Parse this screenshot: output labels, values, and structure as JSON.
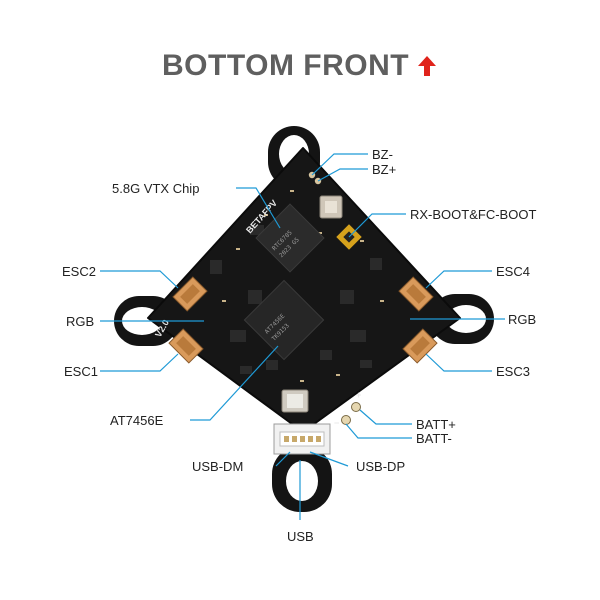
{
  "title": "BOTTOM FRONT",
  "title_arrow_color": "#e0231b",
  "board": {
    "brand_silk": "BETAFPV",
    "version_silk": "V2.0",
    "vtx_chip_marking": [
      "RTC6705",
      "2023 G5"
    ],
    "osd_chip_marking": [
      "AT7456E",
      "TK9153"
    ],
    "polarity_plus": "+",
    "polarity_minus": "−"
  },
  "labels": {
    "bz_minus": "BZ-",
    "bz_plus": "BZ+",
    "vtx_chip": "5.8G VTX Chip",
    "rx_boot": "RX-BOOT&FC-BOOT",
    "esc2": "ESC2",
    "esc4": "ESC4",
    "rgb_left": "RGB",
    "rgb_right": "RGB",
    "esc1": "ESC1",
    "esc3": "ESC3",
    "at7456e": "AT7456E",
    "batt_plus": "BATT+",
    "batt_minus": "BATT-",
    "usb_dm": "USB-DM",
    "usb_dp": "USB-DP",
    "usb": "USB"
  },
  "colors": {
    "leader": "#1f9ad6",
    "pcb": "#161616",
    "connector": "#d99a5b",
    "boot_pad": "#d6a21c"
  }
}
